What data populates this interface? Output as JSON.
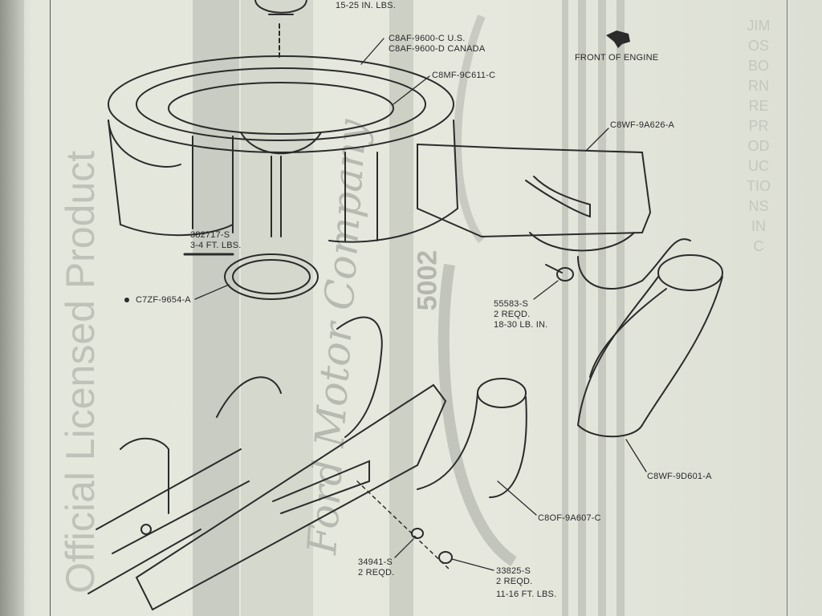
{
  "diagram": {
    "top_note": "15-25 IN. LBS.",
    "orientation": {
      "icon": "engine-front-icon",
      "label": "FRONT OF ENGINE"
    },
    "callouts": [
      {
        "id": "air-cleaner",
        "lines": [
          "C8AF-9600-C U.S.",
          "C8AF-9600-D CANADA"
        ]
      },
      {
        "id": "element",
        "lines": [
          "C8MF-9C611-C"
        ]
      },
      {
        "id": "duct",
        "lines": [
          "C8WF-9A626-A"
        ]
      },
      {
        "id": "stud",
        "lines": [
          "382717-S",
          "3-4 FT. LBS."
        ]
      },
      {
        "id": "gasket",
        "lines": [
          "C7ZF-9654-A"
        ]
      },
      {
        "id": "screw",
        "lines": [
          "55583-S",
          "2 REQD.",
          "18-30 LB. IN."
        ]
      },
      {
        "id": "hose",
        "lines": [
          "C8WF-9D601-A"
        ]
      },
      {
        "id": "shroud",
        "lines": [
          "C8OF-9A607-C"
        ]
      },
      {
        "id": "nut",
        "lines": [
          "34941-S",
          "2 REQD."
        ]
      },
      {
        "id": "bolt",
        "lines": [
          "33825-S",
          "2 REQD.",
          "11-16 FT. LBS."
        ]
      }
    ]
  },
  "watermark": {
    "official": "Official Licensed Product",
    "ford": "Ford Motor Company",
    "number": "5002",
    "vertical": "JIM OSBORN REPRODUCTIONS INC"
  }
}
